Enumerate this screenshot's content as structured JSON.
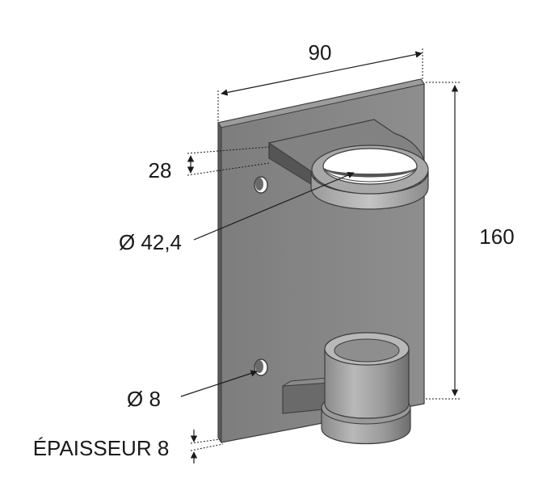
{
  "dimensions": {
    "width": "90",
    "height": "160",
    "eye_thickness": "28",
    "ring_diameter": "Ø 42,4",
    "hole_diameter": "Ø 8",
    "plate_thickness": "ÉPAISSEUR 8"
  },
  "colors": {
    "plate": "#8a8a8a",
    "plate_edge": "#3c3c3c",
    "dimension_line": "#1a1a1a"
  }
}
